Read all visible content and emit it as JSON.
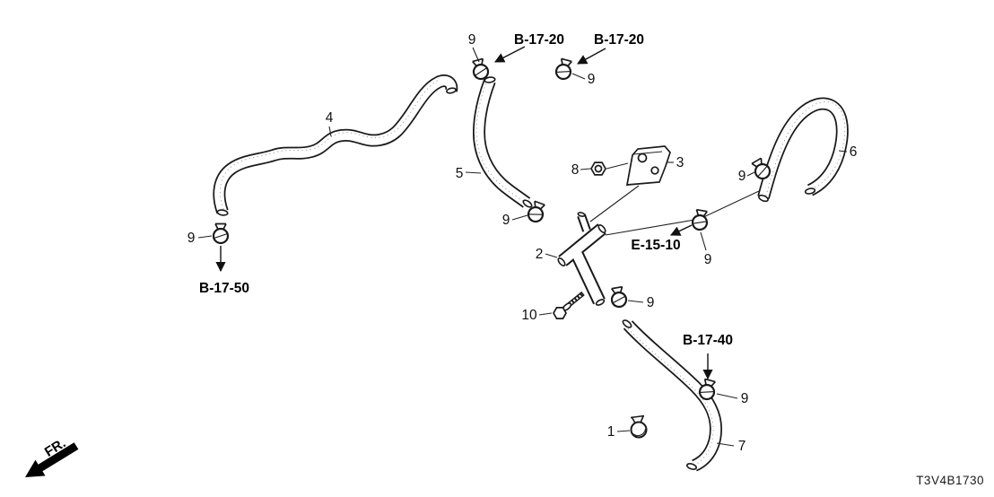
{
  "diagram": {
    "drawing_code": "T3V4B1730",
    "orientation_label": "FR.",
    "part_labels": {
      "p1": "1",
      "p2": "2",
      "p3": "3",
      "p4": "4",
      "p5": "5",
      "p6": "6",
      "p7": "7",
      "p8": "8",
      "p9": "9",
      "p10": "10"
    },
    "ref_codes": {
      "b_17_20": "B-17-20",
      "b_17_50": "B-17-50",
      "b_17_40": "B-17-40",
      "e_15_10": "E-15-10"
    }
  }
}
